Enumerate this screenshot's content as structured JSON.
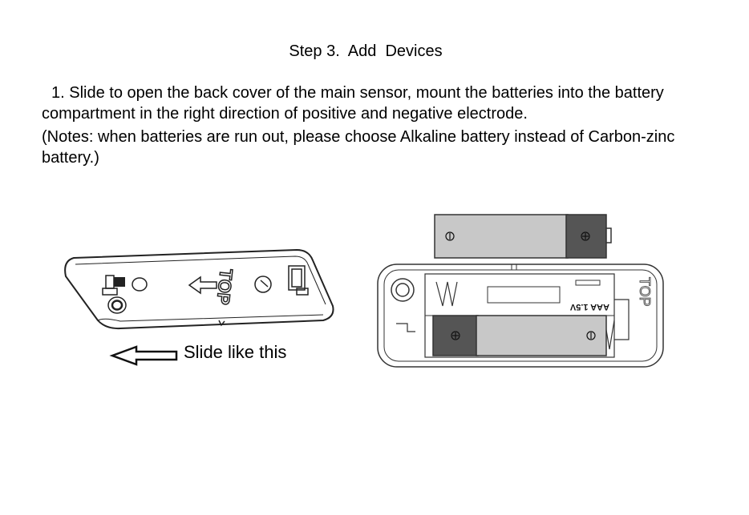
{
  "heading": "Step 3.  Add  Devices",
  "instructions": {
    "step1": "1.  Slide to open the back cover of the main sensor, mount the batteries into the battery compartment in the right direction of positive and negative electrode.",
    "notes": "(Notes: when batteries are run out, please choose Alkaline battery instead of Carbon-zinc battery.)"
  },
  "figure_left": {
    "cover_label": "TOP",
    "caption": "Slide like this"
  },
  "figure_right": {
    "housing_label": "TOP",
    "battery_label": "AAA 1.5V",
    "positive_symbol": "⊕",
    "negative_symbol": "⊖"
  }
}
